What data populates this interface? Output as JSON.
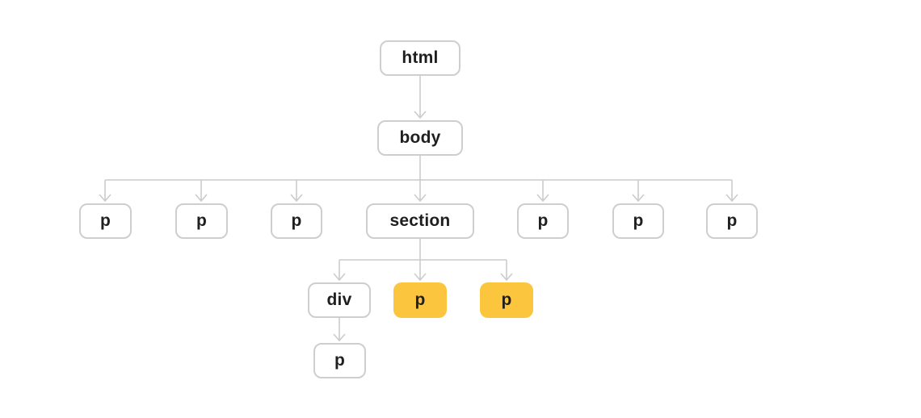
{
  "diagram": {
    "type": "dom-tree",
    "nodes": [
      {
        "id": "html",
        "label": "html",
        "parent": null,
        "highlighted": false
      },
      {
        "id": "body",
        "label": "body",
        "parent": "html",
        "highlighted": false
      },
      {
        "id": "p1",
        "label": "p",
        "parent": "body",
        "highlighted": false
      },
      {
        "id": "p2",
        "label": "p",
        "parent": "body",
        "highlighted": false
      },
      {
        "id": "p3",
        "label": "p",
        "parent": "body",
        "highlighted": false
      },
      {
        "id": "section",
        "label": "section",
        "parent": "body",
        "highlighted": false
      },
      {
        "id": "p4",
        "label": "p",
        "parent": "body",
        "highlighted": false
      },
      {
        "id": "p5",
        "label": "p",
        "parent": "body",
        "highlighted": false
      },
      {
        "id": "p6",
        "label": "p",
        "parent": "body",
        "highlighted": false
      },
      {
        "id": "div",
        "label": "div",
        "parent": "section",
        "highlighted": false
      },
      {
        "id": "p7",
        "label": "p",
        "parent": "section",
        "highlighted": true
      },
      {
        "id": "p8",
        "label": "p",
        "parent": "section",
        "highlighted": true
      },
      {
        "id": "p9",
        "label": "p",
        "parent": "div",
        "highlighted": false
      }
    ],
    "colors": {
      "highlight": "#fbc63d",
      "node_background": "#ffffff",
      "node_border": "#cecece",
      "connector": "#cccccc",
      "text": "#1f1f1f",
      "background": "#ffffff"
    }
  }
}
